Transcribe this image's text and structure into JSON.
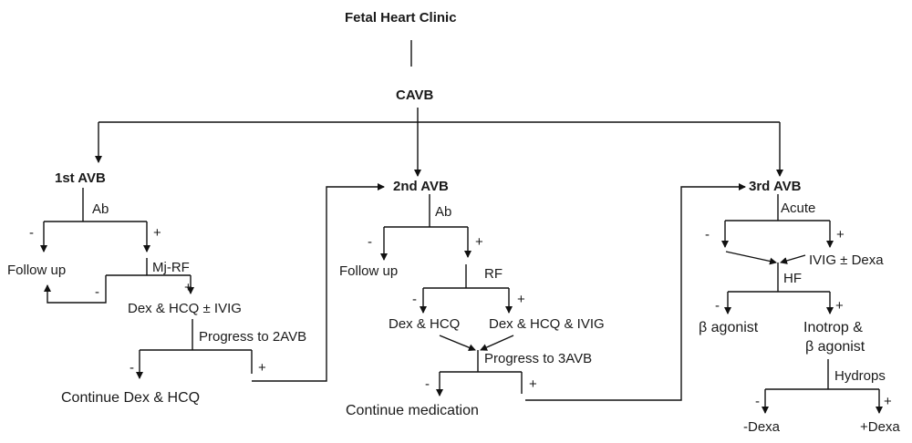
{
  "title": "Fetal Heart Clinic",
  "root": "CAVB",
  "branch1": {
    "title": "1st AVB",
    "ab": "Ab",
    "minus": "-",
    "plus": "+",
    "follow_up": "Follow up",
    "mjrf": "Mj-RF",
    "loop_minus": "-",
    "mjrf_plus": "+",
    "treatment": "Dex & HCQ ± IVIG",
    "progress": "Progress to 2AVB",
    "prog_minus": "-",
    "prog_plus": "+",
    "continue": "Continue Dex & HCQ"
  },
  "branch2": {
    "title": "2nd AVB",
    "ab": "Ab",
    "minus": "-",
    "plus": "+",
    "follow_up": "Follow up",
    "rf": "RF",
    "rf_minus": "-",
    "rf_plus": "+",
    "treat_a": "Dex & HCQ",
    "treat_b": "Dex & HCQ & IVIG",
    "progress": "Progress to 3AVB",
    "prog_minus": "-",
    "prog_plus": "+",
    "continue": "Continue medication"
  },
  "branch3": {
    "title": "3rd AVB",
    "acute": "Acute",
    "minus": "-",
    "plus": "+",
    "acute_treat": "IVIG ± Dexa",
    "hf": "HF",
    "hf_minus": "-",
    "hf_plus": "+",
    "beta": "β agonist",
    "inotrop": "Inotrop &",
    "inotrop2": "β agonist",
    "hydrops": "Hydrops",
    "hyd_minus": "-",
    "hyd_plus": "+",
    "minus_dexa": "-Dexa",
    "plus_dexa": "+Dexa"
  }
}
